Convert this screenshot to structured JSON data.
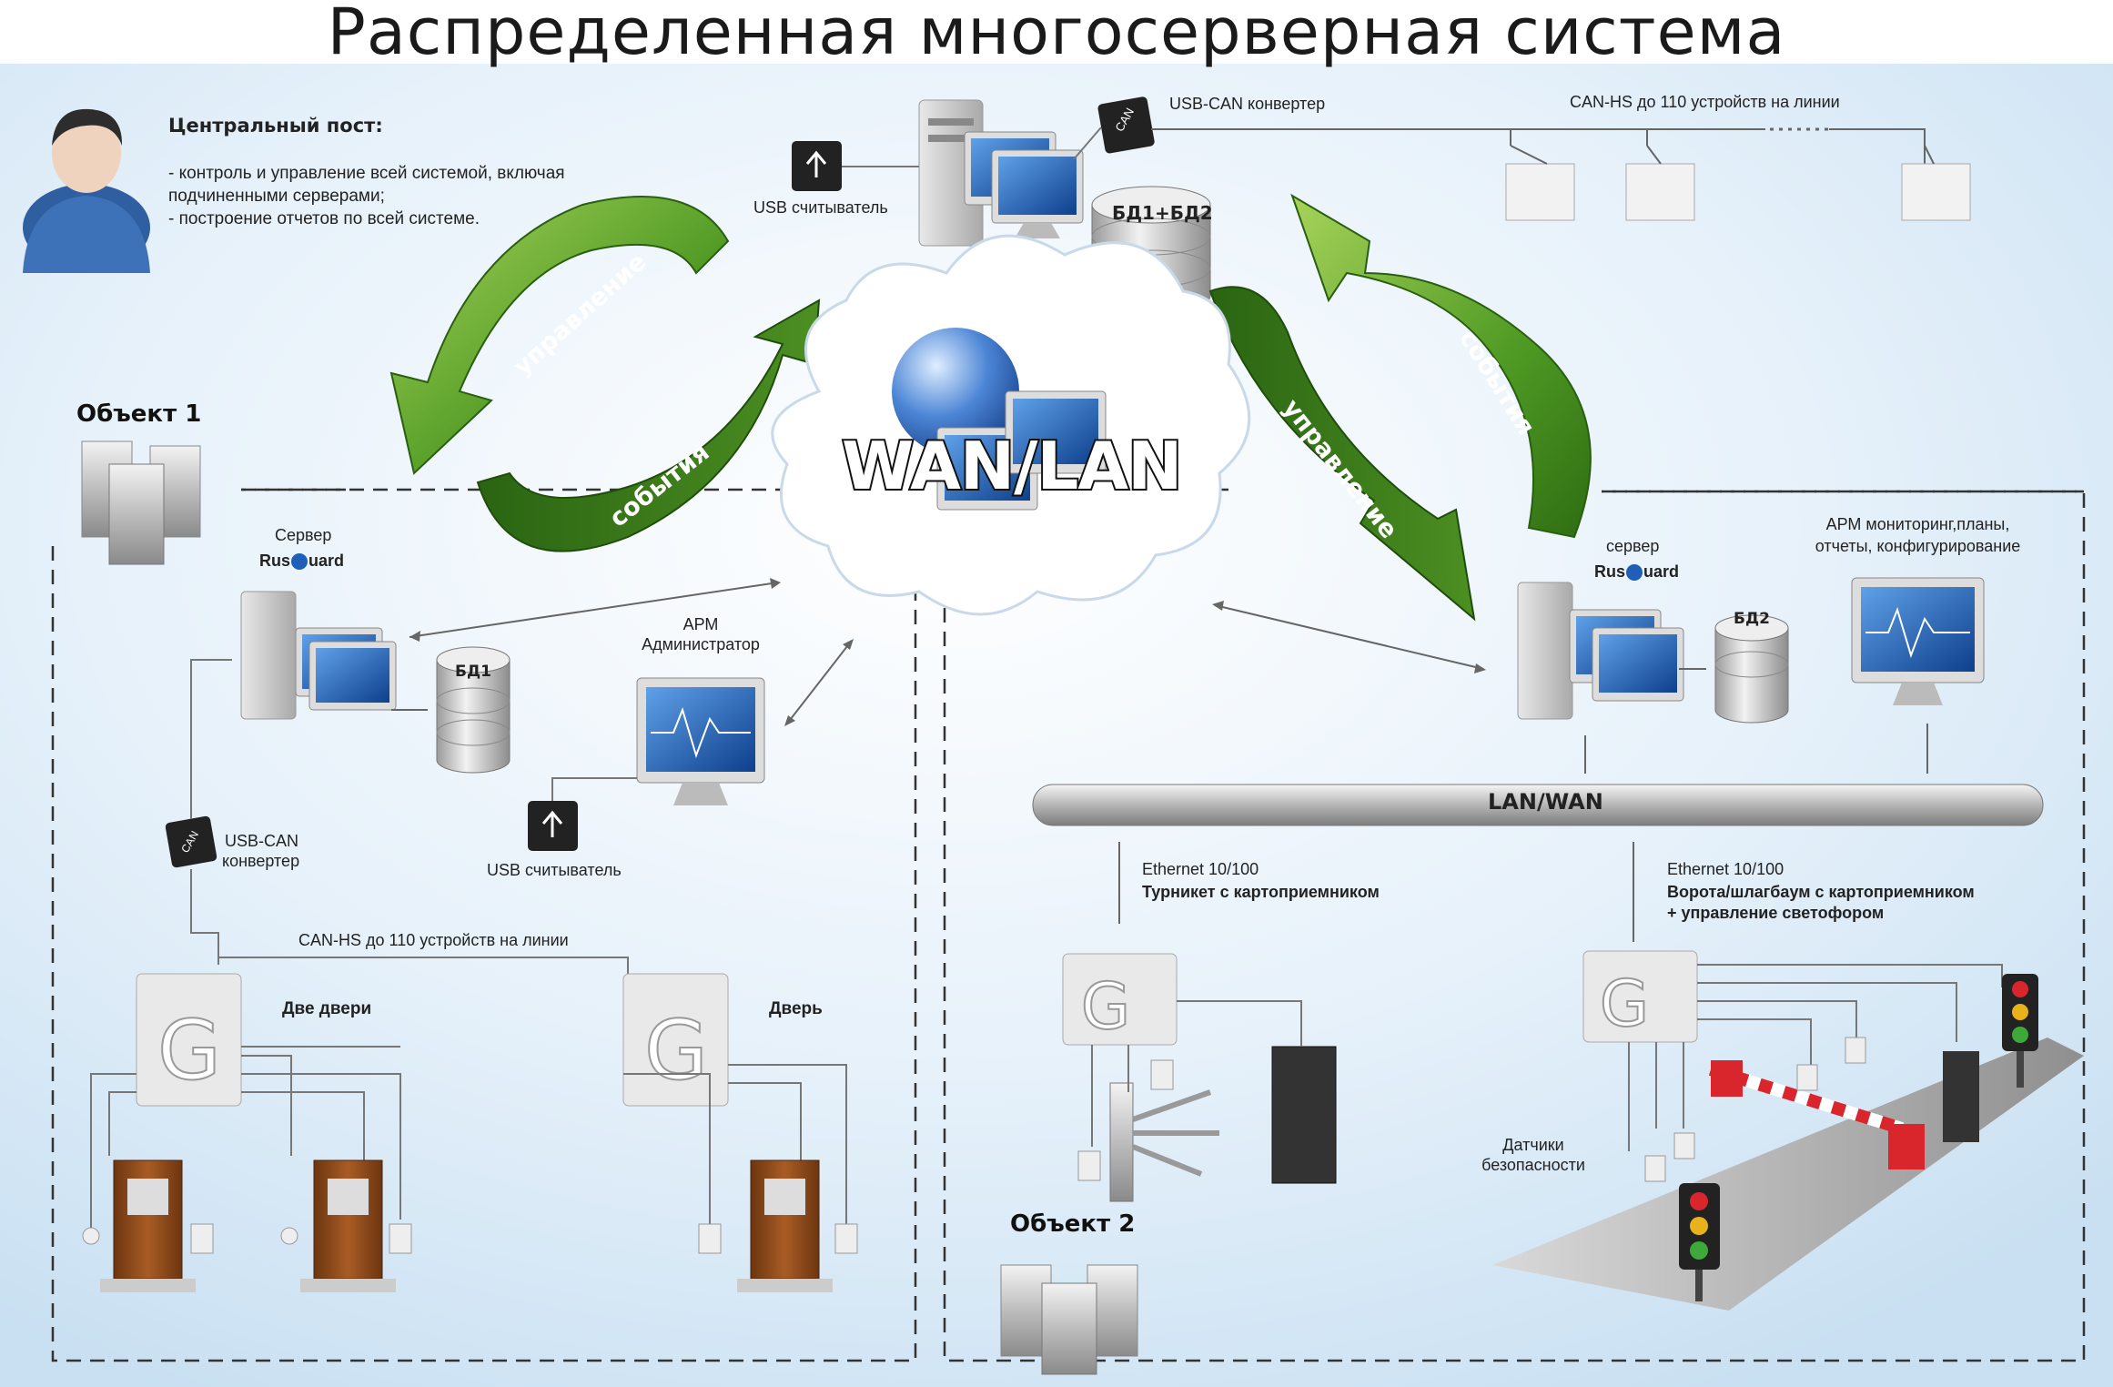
{
  "title": "Распределенная многосерверная система",
  "central_post": {
    "heading": "Центральный пост:",
    "lines": [
      "- контроль и управление всей системой, включая подчиненными серверами;",
      "- построение отчетов по всей системе."
    ]
  },
  "top": {
    "usb_reader": "USB считыватель",
    "usb_can": "USB-CAN конвертер",
    "can_hs": "CAN-HS  до 110 устройств на линии",
    "db": "БД1+БД2",
    "can_icon": "CAN"
  },
  "cloud": {
    "label": "WAN/LAN"
  },
  "arrows": {
    "left_control": "управление",
    "left_events": "события",
    "right_control": "управление",
    "right_events": "события"
  },
  "object1": {
    "heading": "Объект 1",
    "server_label": "Сервер",
    "brand_pre": "Rus",
    "brand_post": "uard",
    "db": "БД1",
    "arm_line1": "АРМ",
    "arm_line2": "Администратор",
    "usb_reader": "USB считыватель",
    "usb_can_line1": "USB-CAN",
    "usb_can_line2": "конвертер",
    "can_icon": "CAN",
    "can_hs": "CAN-HS  до 110 устройств на линии",
    "two_doors": "Две двери",
    "door": "Дверь"
  },
  "object2": {
    "heading": "Объект 2",
    "server_label": "сервер",
    "brand_pre": "Rus",
    "brand_post": "uard",
    "db": "БД2",
    "arm_line1": "АРМ мониторинг,планы,",
    "arm_line2": "отчеты, конфигурирование",
    "bus": "LAN/WAN",
    "eth1": "Ethernet 10/100",
    "turnstile": "Турникет с картоприемником",
    "eth2": "Ethernet 10/100",
    "gate_line1": "Ворота/шлагбаум с картоприемником",
    "gate_line2": "+ управление светофором",
    "sensors_line1": "Датчики",
    "sensors_line2": "безопасности"
  },
  "colors": {
    "arrow_green": "#5fa32a",
    "screen_blue": "#1f5fb5",
    "door_brown": "#8b4a1c",
    "barrier_red": "#d8262c",
    "bg_blue": "#dbeaf6"
  }
}
